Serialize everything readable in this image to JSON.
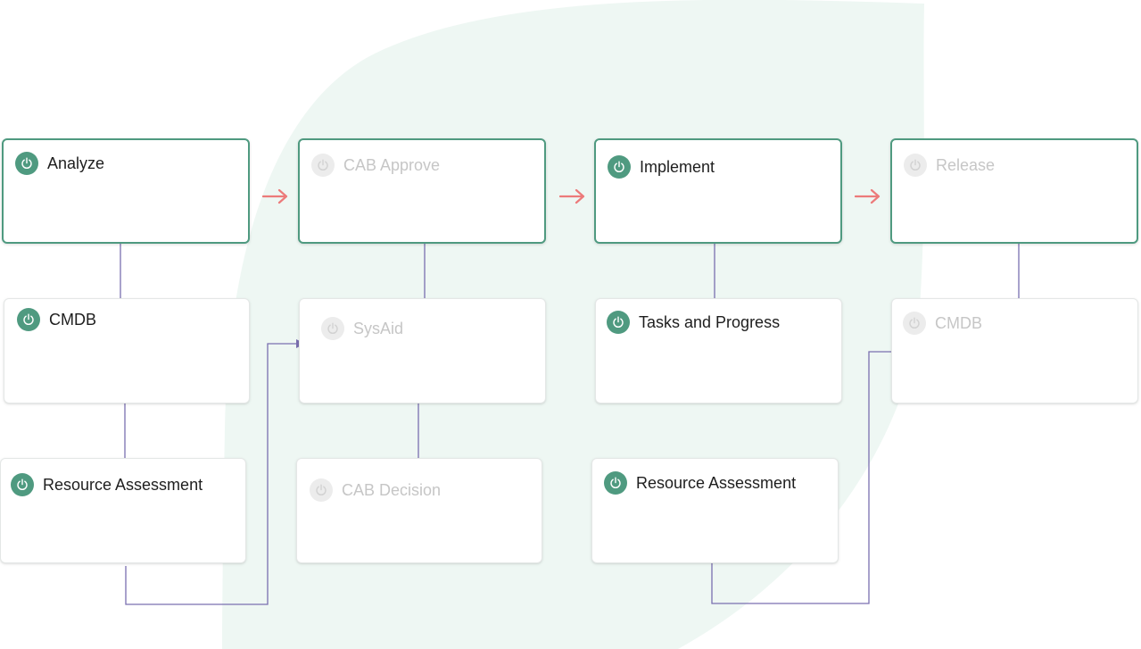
{
  "colors": {
    "accent": "#4f9a80",
    "connector": "#7a6fb0",
    "stage_arrow": "#ec7a7a",
    "inactive_text": "#c6c6c6",
    "inactive_icon_bg": "#ececec",
    "background_blob": "#eef7f3"
  },
  "stages": [
    {
      "label": "Analyze",
      "state": "active",
      "icon": "power-icon"
    },
    {
      "label": "CAB Approve",
      "state": "inactive",
      "icon": "power-icon"
    },
    {
      "label": "Implement",
      "state": "active",
      "icon": "power-icon"
    },
    {
      "label": "Release",
      "state": "inactive",
      "icon": "power-icon"
    }
  ],
  "steps": [
    {
      "label": "CMDB",
      "state": "active",
      "icon": "power-icon"
    },
    {
      "label": "SysAid",
      "state": "inactive",
      "icon": "power-icon"
    },
    {
      "label": "Tasks and Progress",
      "state": "active",
      "icon": "power-icon"
    },
    {
      "label": "CMDB",
      "state": "inactive",
      "icon": "power-icon"
    },
    {
      "label": "Resource Assessment",
      "state": "active",
      "icon": "power-icon"
    },
    {
      "label": "CAB Decision",
      "state": "inactive",
      "icon": "power-icon"
    },
    {
      "label": "Resource Assessment",
      "state": "active",
      "icon": "power-icon"
    }
  ]
}
